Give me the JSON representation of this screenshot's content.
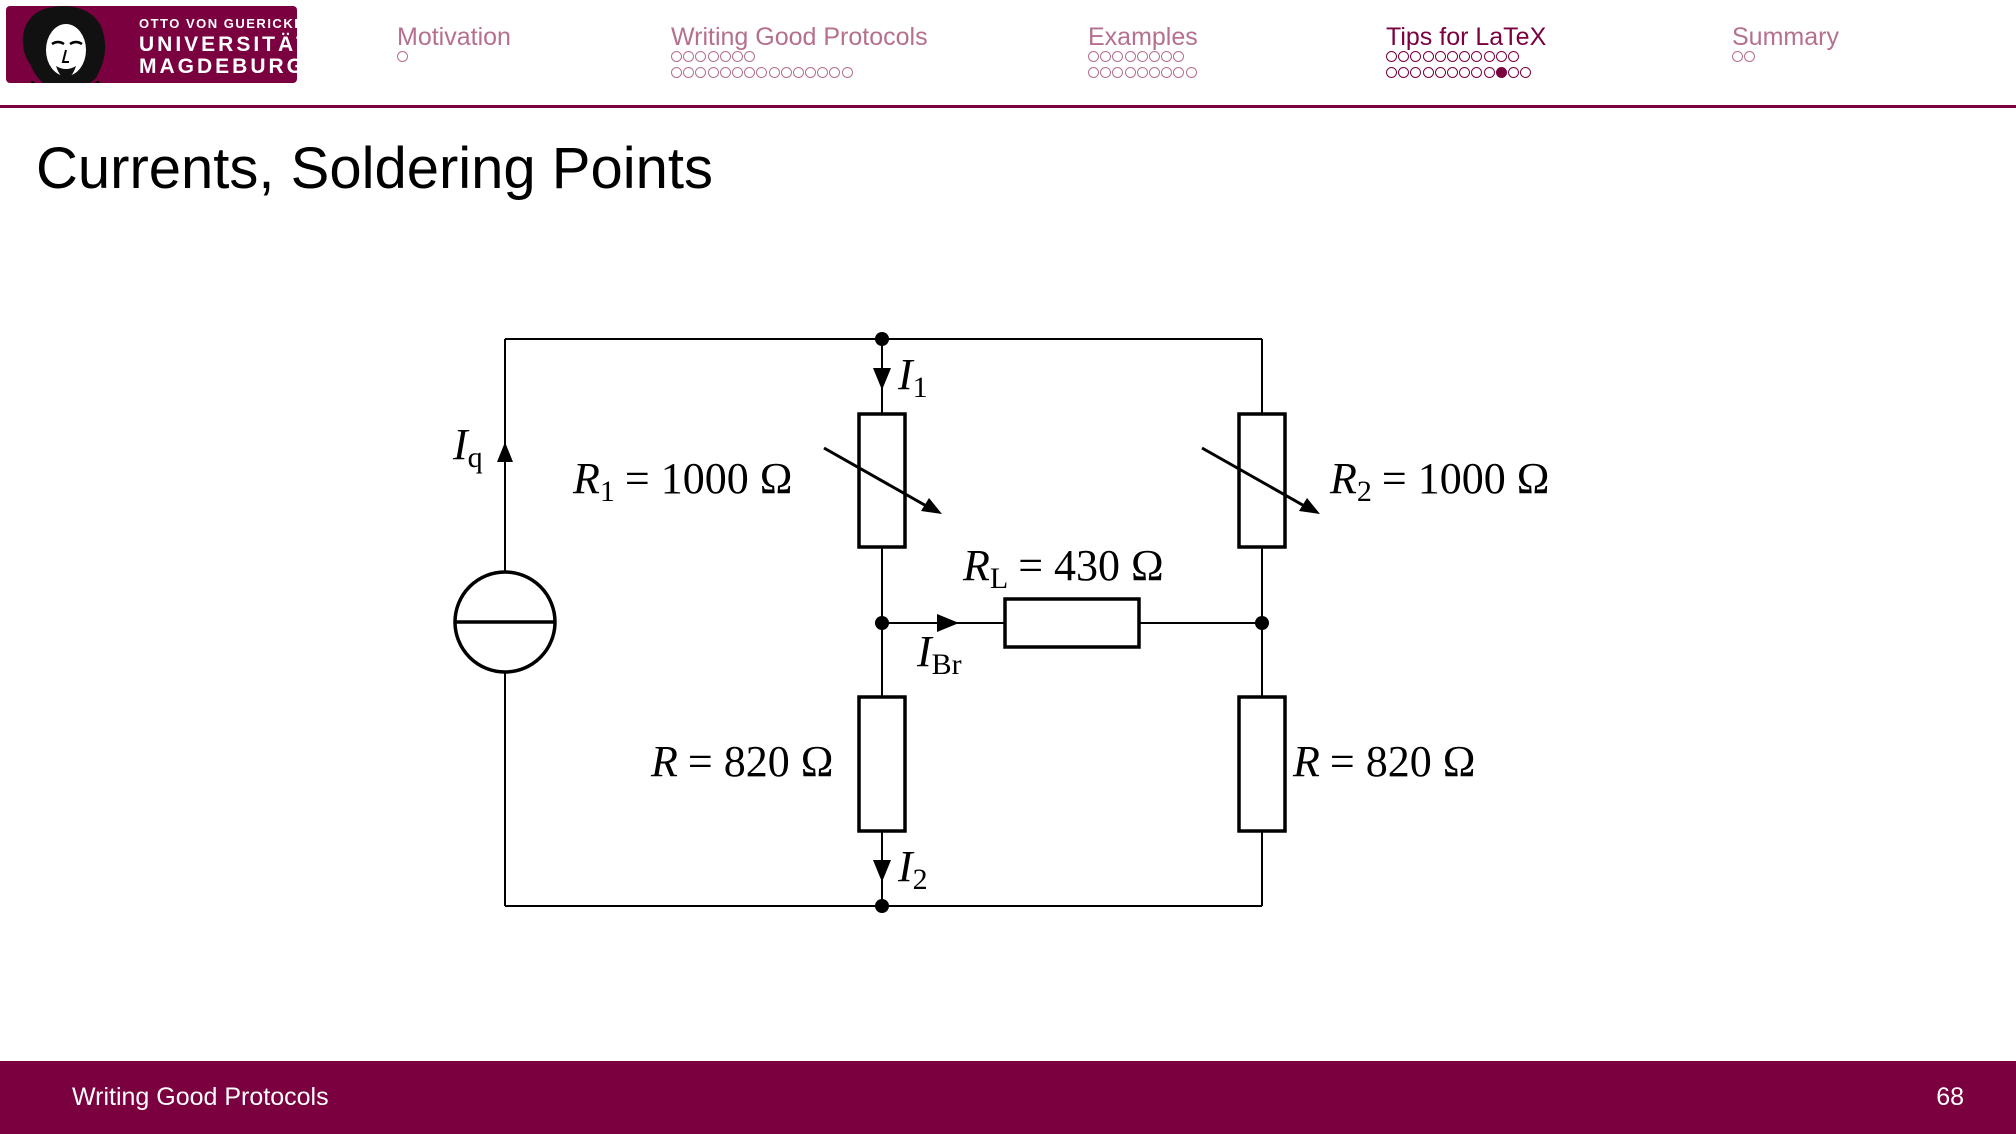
{
  "logo": {
    "line1": "OTTO VON GUERICKE",
    "line2": "UNIVERSITÄT",
    "line3": "MAGDEBURG"
  },
  "nav": {
    "sections": [
      {
        "title": "Motivation",
        "rows": [
          1
        ]
      },
      {
        "title": "Writing Good Protocols",
        "rows": [
          7,
          15
        ]
      },
      {
        "title": "Examples",
        "rows": [
          8,
          9
        ]
      },
      {
        "title": "Tips for LaTeX",
        "rows": [
          11,
          12
        ],
        "current_row": 2,
        "current_dot": 10
      },
      {
        "title": "Summary",
        "rows": [
          2
        ]
      }
    ]
  },
  "slide": {
    "title": "Currents, Soldering Points"
  },
  "circuit": {
    "source_current": {
      "symbol": "I",
      "subscript": "q"
    },
    "i1": {
      "symbol": "I",
      "subscript": "1"
    },
    "i2": {
      "symbol": "I",
      "subscript": "2"
    },
    "ibr": {
      "symbol": "I",
      "subscript": "Br"
    },
    "r1": {
      "symbol": "R",
      "subscript": "1",
      "value": "= 1000 Ω"
    },
    "r2": {
      "symbol": "R",
      "subscript": "2",
      "value": "= 1000 Ω"
    },
    "rl": {
      "symbol": "R",
      "subscript": "L",
      "value": "= 430 Ω"
    },
    "r_left": {
      "symbol": "R",
      "value": "= 820 Ω"
    },
    "r_right": {
      "symbol": "R",
      "value": "= 820 Ω"
    }
  },
  "footer": {
    "title": "Writing Good Protocols",
    "page": "68"
  },
  "colors": {
    "brand": "#7a003f",
    "nav_inactive": "#b5708f"
  }
}
